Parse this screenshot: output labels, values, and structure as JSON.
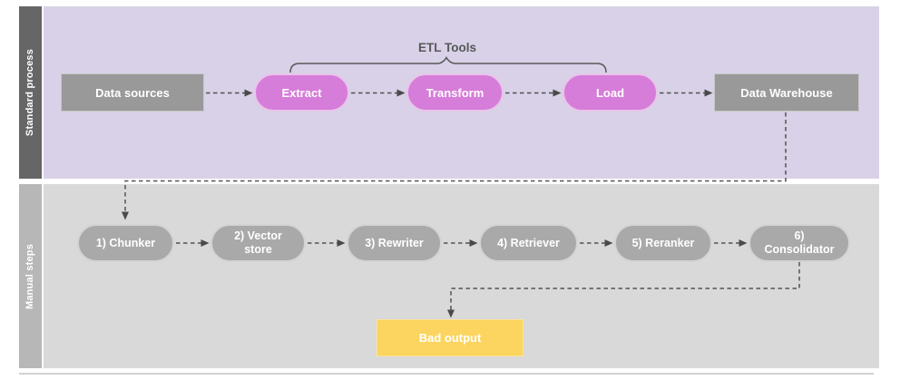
{
  "sections": [
    {
      "label": "Standard process"
    },
    {
      "label": "Manual steps"
    }
  ],
  "top": {
    "bracket_label": "ETL Tools",
    "nodes": [
      {
        "label": "Data sources",
        "shape": "rect"
      },
      {
        "label": "Extract",
        "shape": "pill"
      },
      {
        "label": "Transform",
        "shape": "pill"
      },
      {
        "label": "Load",
        "shape": "pill"
      },
      {
        "label": "Data Warehouse",
        "shape": "rect"
      }
    ]
  },
  "bottom": {
    "nodes": [
      {
        "label": "1) Chunker"
      },
      {
        "label": "2) Vector store"
      },
      {
        "label": "3) Rewriter"
      },
      {
        "label": "4) Retriever"
      },
      {
        "label": "5) Reranker"
      },
      {
        "label": "6) Consolidator"
      }
    ],
    "output": {
      "label": "Bad output"
    }
  },
  "colors": {
    "panel_top": "#d8d1e7",
    "panel_bottom": "#d9d9d9",
    "sidebar_top": "#666666",
    "sidebar_bottom": "#b7b7b7",
    "magenta_pill": "#d67cd9",
    "gray_rect": "#999999",
    "gray_pill": "#a9a9a9",
    "yellow_box": "#fbd55f",
    "connector": "#525252"
  }
}
